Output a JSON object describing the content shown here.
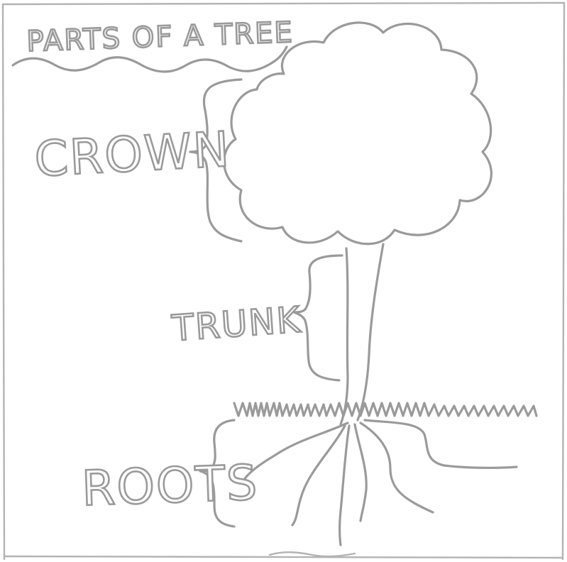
{
  "title": "PARTS OF A TREE",
  "labels": {
    "crown": "CROWN",
    "trunk": "TRUNK",
    "roots": "ROOTS"
  },
  "colors": {
    "pencil": "#9a9a9a",
    "paper": "#ffffff"
  }
}
